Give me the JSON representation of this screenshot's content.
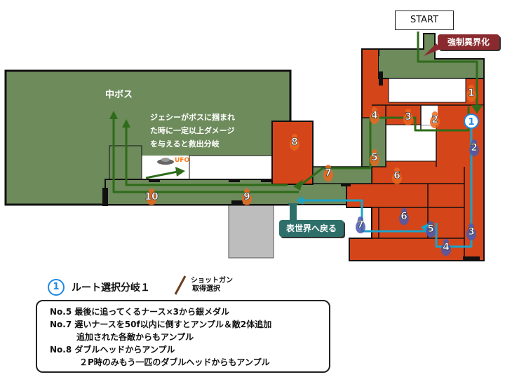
{
  "start_label": "START",
  "force_label": "強制異界化",
  "boss_label": "中ボス",
  "boss_note_lines": [
    "ジェシーがボスに掴まれ",
    "た時に一定以上ダメージ",
    "を与えると救出分岐"
  ],
  "ufo_label": "UFO",
  "return_label": "表世界へ戻る",
  "legend": {
    "circle_number": "1",
    "route_label": "ルート選択分岐１",
    "shotgun_lines": [
      "ショットガン",
      "取得選択"
    ]
  },
  "notes": {
    "line1": "No.5 最後に追ってくるナース×3から銀メダル",
    "line2": "No.7 遅いナースを50f以内に倒すとアンプル＆敵2体追加",
    "line3": "追加された各敵からもアンプル",
    "line4": "No.8 ダブルヘッドからアンプル",
    "line5": "２P時のみもう一匹のダブルヘッドからもアンプル"
  },
  "markers": {
    "orange": [
      "1",
      "2",
      "3",
      "4",
      "5",
      "6",
      "7",
      "8",
      "9",
      "10"
    ],
    "blue": [
      "2",
      "3",
      "4",
      "5",
      "6",
      "7"
    ],
    "route_start": "1"
  },
  "colors": {
    "green_area": "#6e8b5c",
    "orange_area": "#d4451a",
    "wall": "#111111",
    "gray_area": "#bdbdbd",
    "route_green": "#2e6b1a",
    "route_blue": "#1aa3c8",
    "orange_marker": "#e8671e",
    "blue_marker": "#4a5ab0",
    "teal_tag": "#2f6f6a",
    "maroon_tag": "#8a2a2e"
  }
}
